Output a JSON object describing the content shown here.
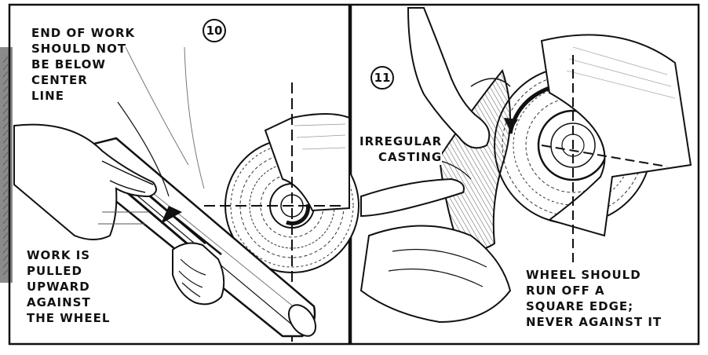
{
  "panels": [
    {
      "number": "10",
      "callouts": {
        "top": [
          "END OF WORK",
          "SHOULD NOT",
          "BE BELOW",
          "CENTER",
          "LINE"
        ],
        "bottom": [
          "WORK IS",
          "PULLED",
          "UPWARD",
          "AGAINST",
          "THE WHEEL"
        ]
      }
    },
    {
      "number": "11",
      "callouts": {
        "left": [
          "IRREGULAR",
          "CASTING"
        ],
        "bottom": [
          "WHEEL SHOULD",
          "RUN OFF A",
          "SQUARE EDGE;",
          "NEVER AGAINST IT"
        ]
      }
    }
  ]
}
